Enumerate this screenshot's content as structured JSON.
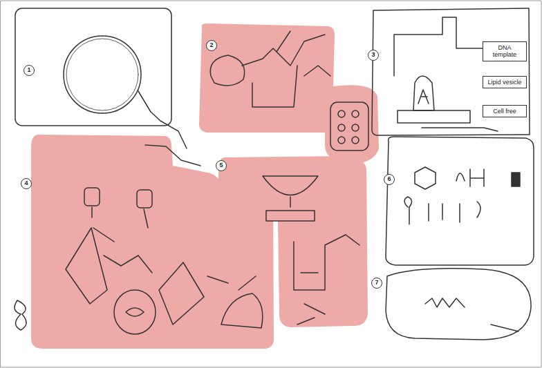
{
  "diagram": {
    "nodes": [
      {
        "text": [
          "DNA template"
        ]
      },
      {
        "text": [
          "Lipid vesicle"
        ]
      },
      {
        "text": [
          "Cell free"
        ]
      }
    ],
    "labels": [
      "1",
      "2",
      "3",
      "4",
      "5",
      "6",
      "7"
    ]
  }
}
